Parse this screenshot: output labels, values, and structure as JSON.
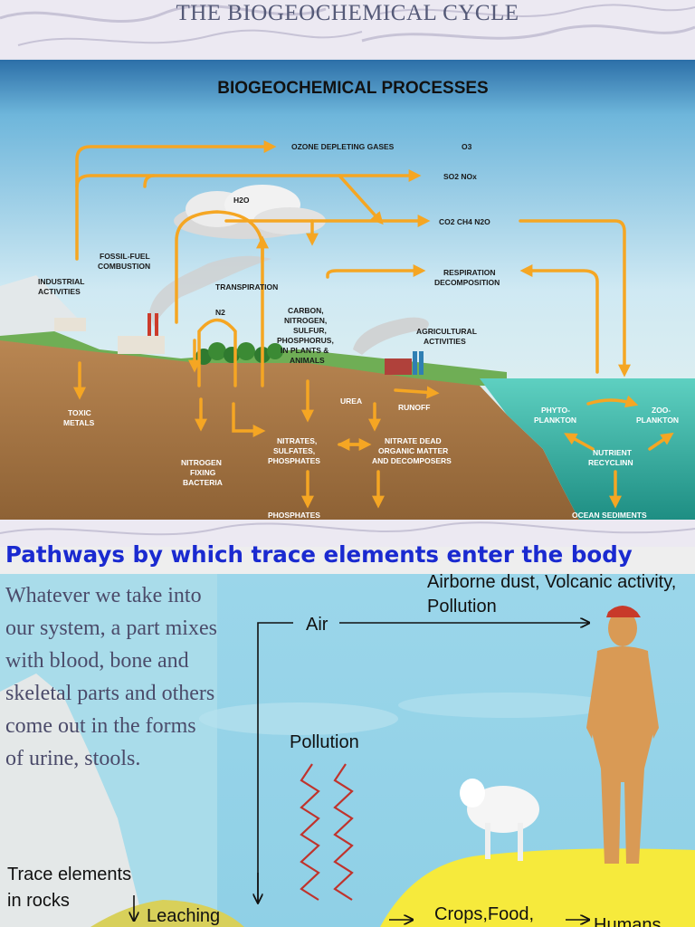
{
  "slide": {
    "title": "THE BIOGEOCHEMICAL CYCLE"
  },
  "diagram1": {
    "title": "BIOGEOCHEMICAL PROCESSES",
    "labels": {
      "ozone": "OZONE DEPLETING GASES",
      "o3": "O3",
      "so2": "SO2  NOx",
      "co2": "CO2   CH4   N2O",
      "h2o": "H2O",
      "fossil1": "FOSSIL-FUEL",
      "fossil2": "COMBUSTION",
      "industrial1": "INDUSTRIAL",
      "industrial2": "ACTIVITIES",
      "transpiration": "TRANSPIRATION",
      "respiration1": "RESPIRATION",
      "respiration2": "DECOMPOSITION",
      "n2": "N2",
      "carbon1": "CARBON,",
      "carbon2": "NITROGEN,",
      "carbon3": "SULFUR,",
      "carbon4": "PHOSPHORUS,",
      "carbon5": "IN PLANTS &",
      "carbon6": "ANIMALS",
      "agri1": "AGRICULTURAL",
      "agri2": "ACTIVITIES",
      "urea": "UREA",
      "runoff": "RUNOFF",
      "toxic1": "TOXIC",
      "toxic2": "METALS",
      "phyto1": "PHYTO-",
      "phyto2": "PLANKTON",
      "zoo1": "ZOO-",
      "zoo2": "PLANKTON",
      "nitrates1": "NITRATES,",
      "nitrates2": "SULFATES,",
      "nitrates3": "PHOSPHATES",
      "dead1": "NITRATE DEAD",
      "dead2": "ORGANIC MATTER",
      "dead3": "AND DECOMPOSERS",
      "nutrient1": "NUTRIENT",
      "nutrient2": "RECYCLINN",
      "nfix1": "NITROGEN",
      "nfix2": "FIXING",
      "nfix3": "BACTERIA",
      "phosphates": "PHOSPHATES",
      "ocean": "OCEAN SEDIMENTS"
    }
  },
  "section2": {
    "subtitle": "Pathways by which trace elements enter the body",
    "body": "Whatever we take into our system, a part mixes with blood, bone and skeletal parts and others come out in the forms of urine, stools."
  },
  "diagram2": {
    "labels": {
      "airborne1": "Airborne dust, Volcanic activity,",
      "airborne2": "Pollution",
      "air": "Air",
      "pollution": "Pollution",
      "trace1": "Trace elements",
      "trace2": "in rocks",
      "leaching": "Leaching",
      "crops": "Crops,Food,",
      "humans": "Humans"
    }
  },
  "colors": {
    "arrow": "#f5a623",
    "sky": "#8fd0e6",
    "soil": "#a87a4a",
    "sea": "#3bb3a0",
    "subtitle": "#1a2ad0"
  }
}
